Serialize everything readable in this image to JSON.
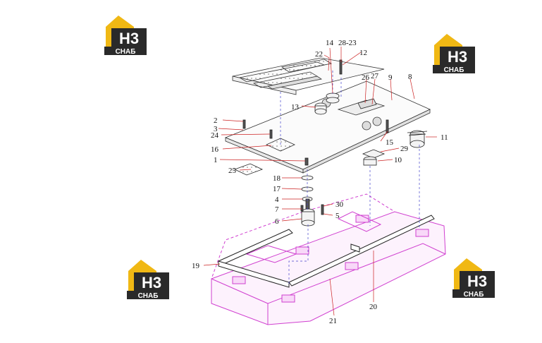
{
  "diagram": {
    "description_free": true,
    "callouts": [
      "14",
      "28-23",
      "22",
      "12",
      "26",
      "27",
      "9",
      "8",
      "13",
      "2",
      "3",
      "24",
      "15",
      "11",
      "16",
      "29",
      "1",
      "10",
      "25",
      "18",
      "17",
      "4",
      "30",
      "7",
      "5",
      "6",
      "19",
      "21",
      "20"
    ]
  },
  "logo": {
    "letters": "H3",
    "word": "СНАБ",
    "colors": {
      "gold": "#f0b814",
      "dark": "#2a2a2a",
      "white": "#ffffff"
    }
  },
  "colors": {
    "part_lines": "#222222",
    "frame_magenta": "#d040d0",
    "leader_red": "#cc2222",
    "dash_blue": "#4444cc"
  }
}
